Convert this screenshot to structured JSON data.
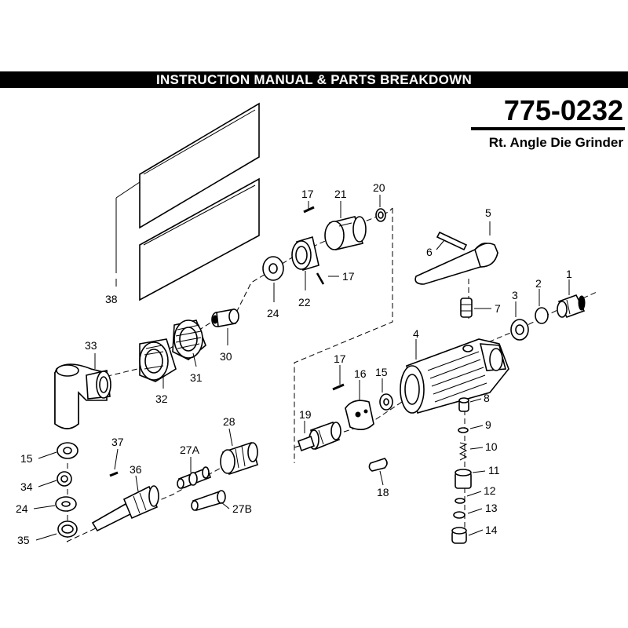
{
  "header": {
    "banner": "INSTRUCTION MANUAL & PARTS BREAKDOWN",
    "model_number": "775-0232",
    "product_name": "Rt. Angle Die Grinder"
  },
  "part_labels": {
    "p1": "1",
    "p2": "2",
    "p3": "3",
    "p4": "4",
    "p5": "5",
    "p6": "6",
    "p7": "7",
    "p8": "8",
    "p9": "9",
    "p10": "10",
    "p11": "11",
    "p12": "12",
    "p13": "13",
    "p14": "14",
    "p15a": "15",
    "p15b": "15",
    "p16": "16",
    "p17a": "17",
    "p17b": "17",
    "p17c": "17",
    "p18": "18",
    "p19": "19",
    "p20": "20",
    "p21": "21",
    "p22": "22",
    "p24a": "24",
    "p24b": "24",
    "p27a": "27A",
    "p27b": "27B",
    "p28": "28",
    "p30": "30",
    "p31": "31",
    "p32": "32",
    "p33": "33",
    "p34": "34",
    "p35": "35",
    "p36": "36",
    "p37": "37",
    "p38": "38"
  }
}
